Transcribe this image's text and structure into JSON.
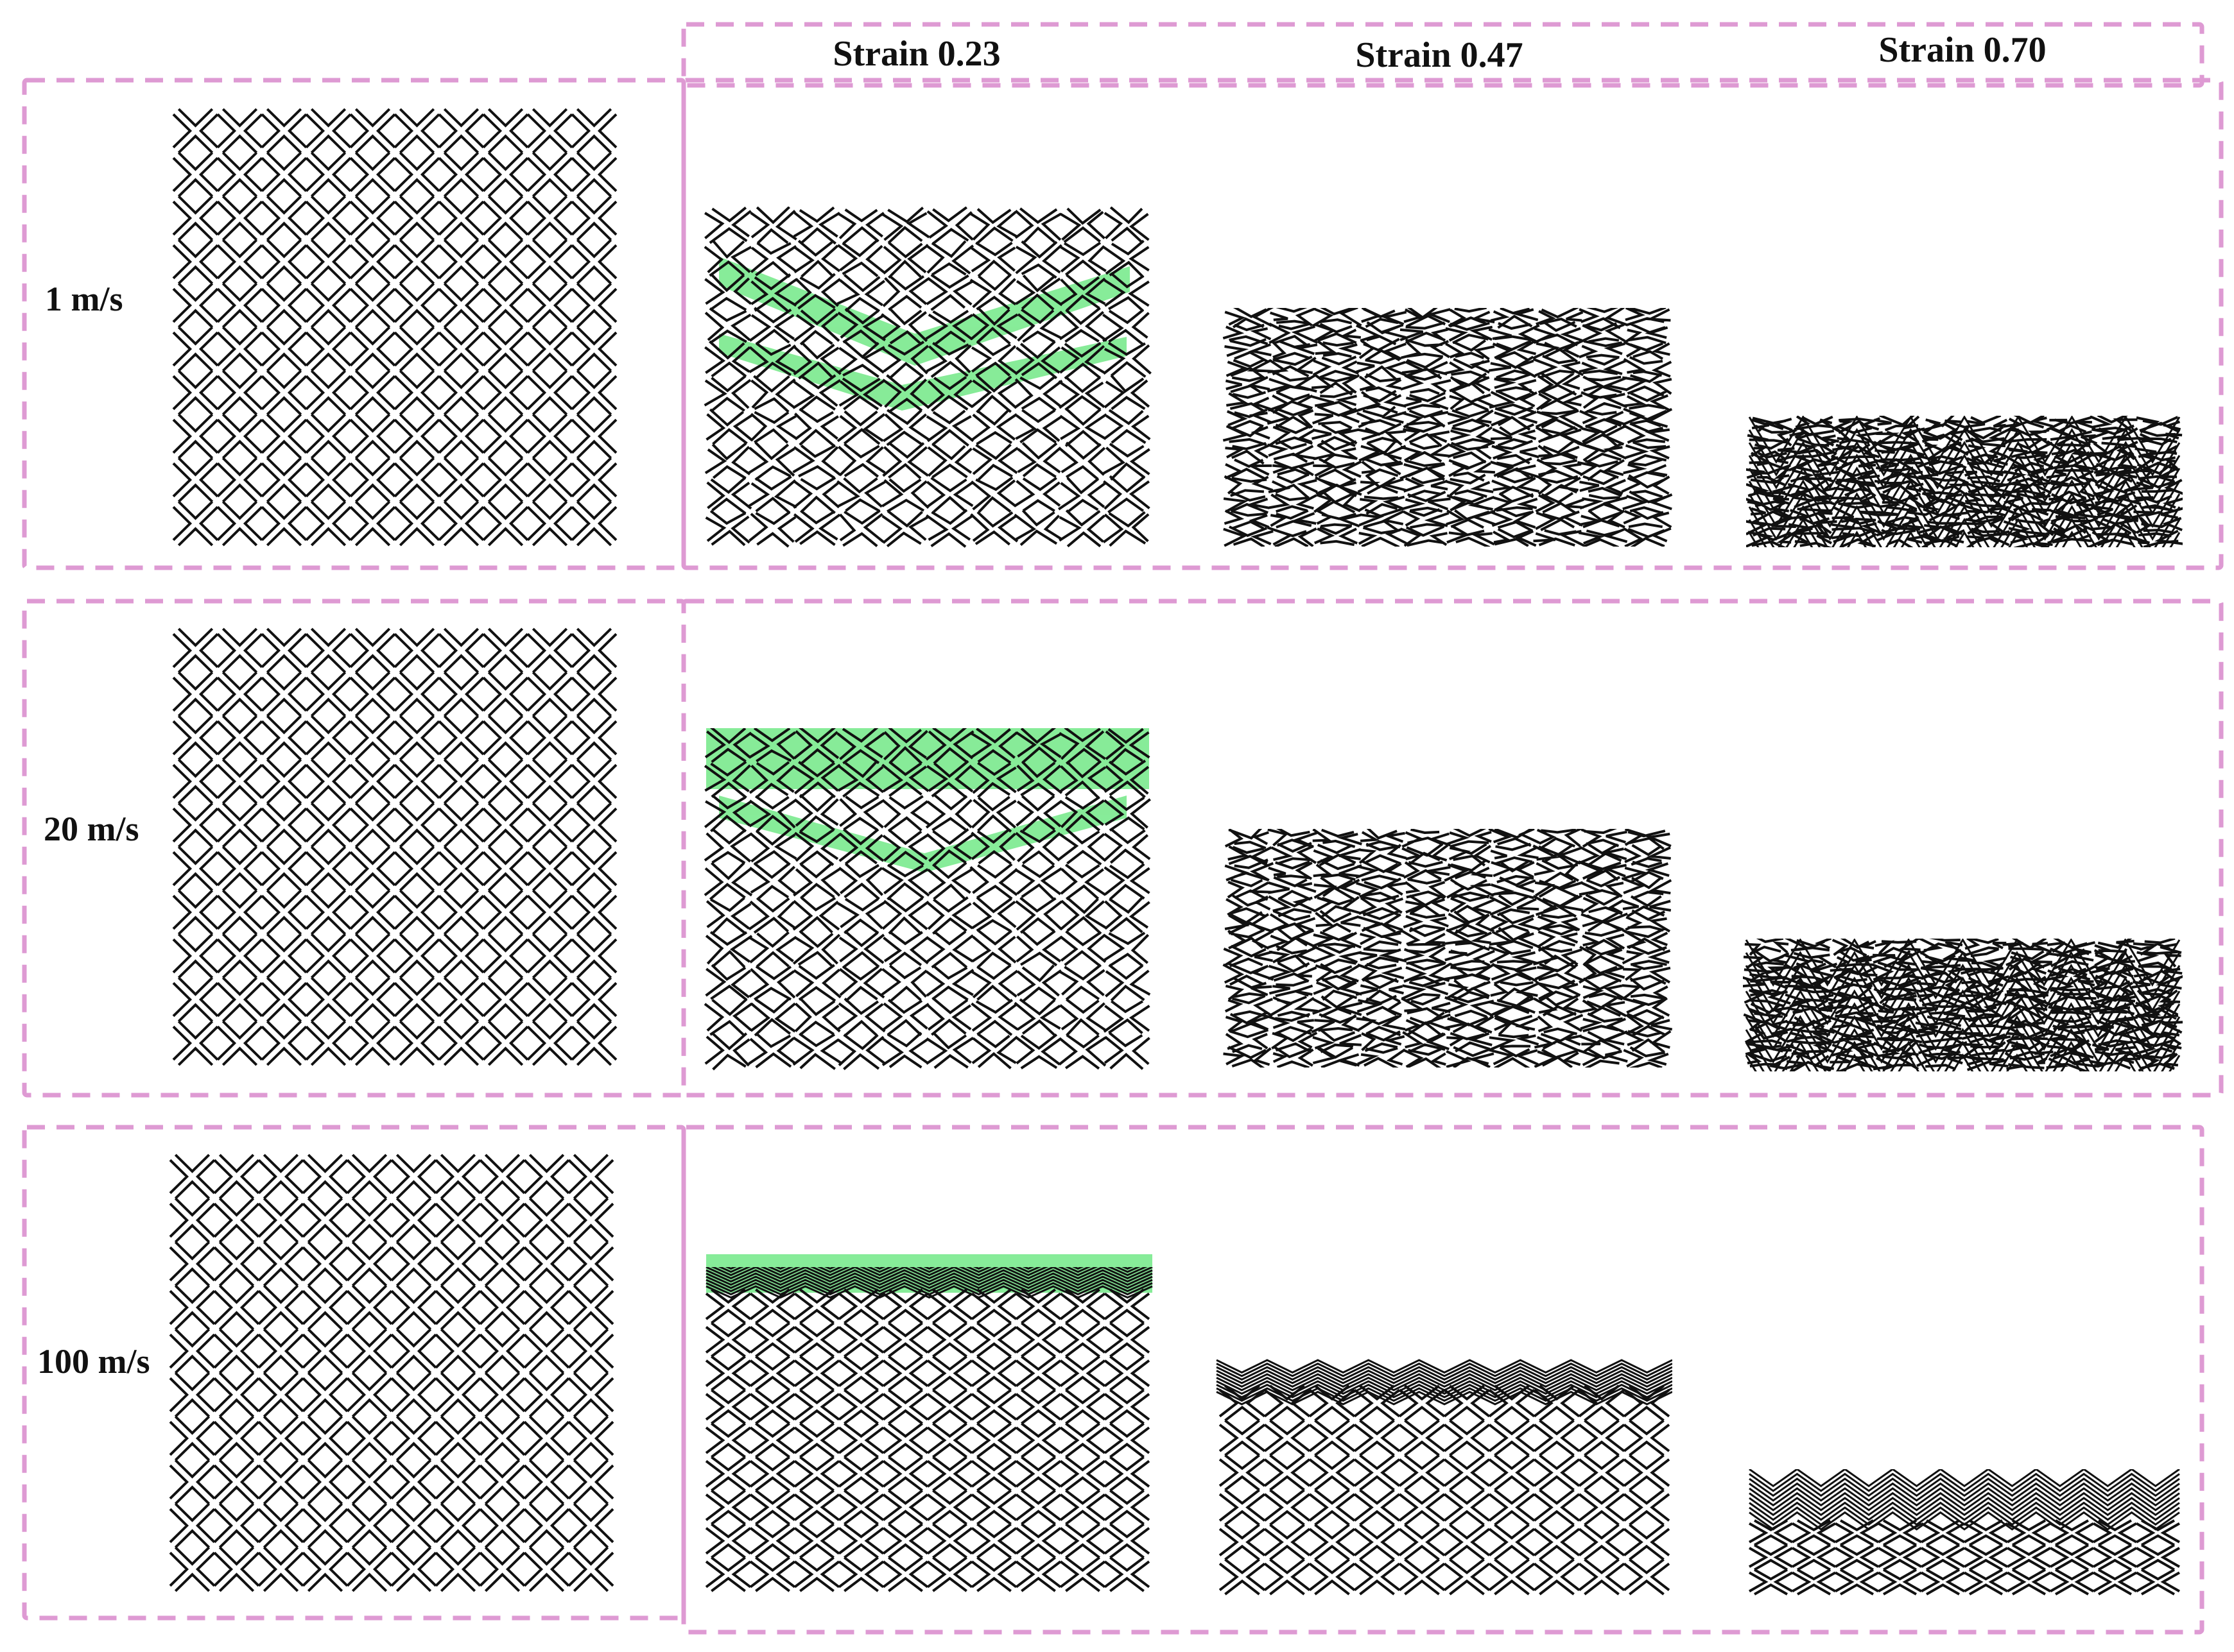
{
  "figure": {
    "column_headers": [
      "Strain 0.23",
      "Strain 0.47",
      "Strain 0.70"
    ],
    "row_labels": [
      "1 m/s",
      "20 m/s",
      "100 m/s"
    ],
    "colors": {
      "frame_dash": "#de9ad3",
      "highlight_band": "#3ee05a",
      "lattice_stroke": "#111111"
    },
    "icons": {
      "lattice": "auxetic-re-entrant-lattice",
      "band": "deformation-band-highlight"
    }
  }
}
